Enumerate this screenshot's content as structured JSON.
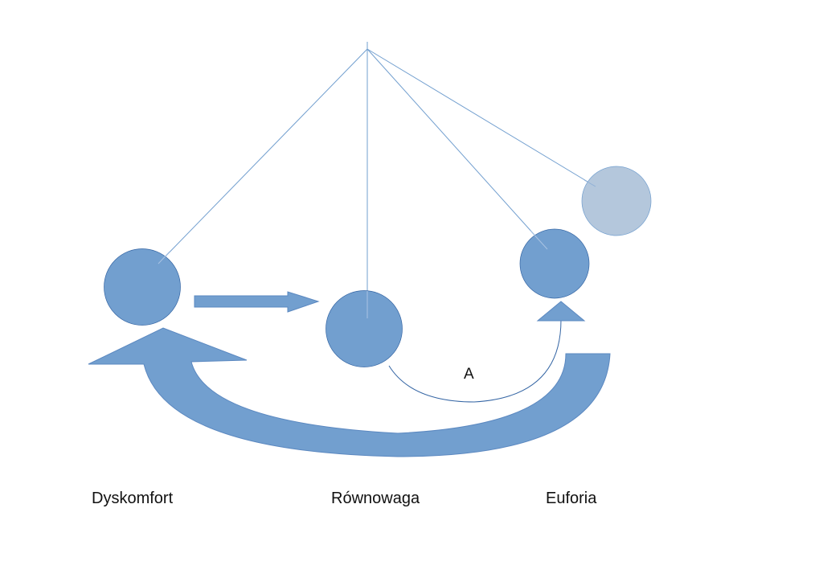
{
  "labels": {
    "discomfort": "Dyskomfort",
    "balance": "Równowaga",
    "euphoria": "Euforia",
    "arc": "A"
  },
  "colors": {
    "ball": "#729fcf",
    "ball_faded": "#b4c7dc",
    "ball_stroke": "#3465a4",
    "string": "#729fcf",
    "text": "#111111"
  }
}
